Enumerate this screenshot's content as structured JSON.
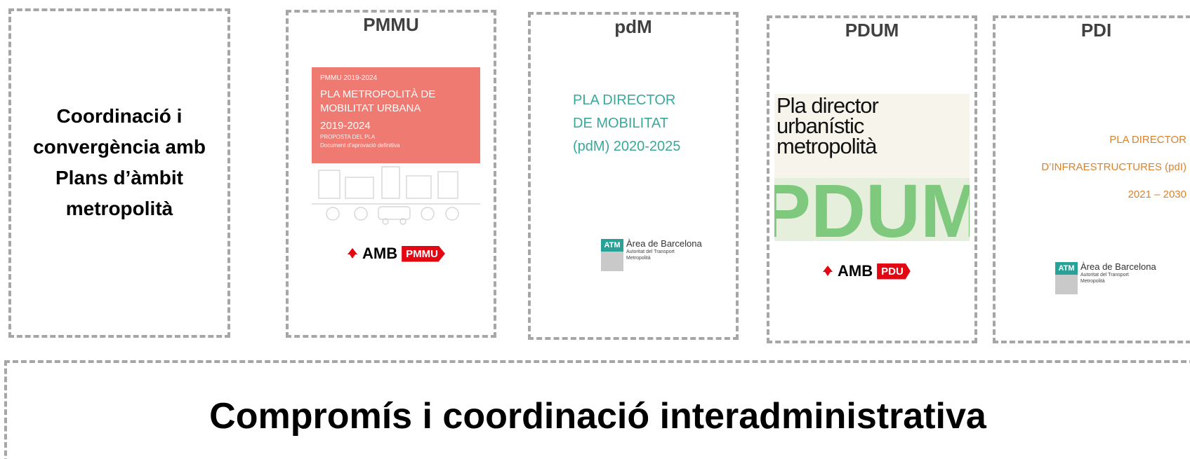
{
  "coordination": {
    "lines": [
      "Coordinació i",
      "convergència amb",
      "Plans d’àmbit",
      "metropolità"
    ]
  },
  "plans": {
    "pmmu": {
      "title": "PMMU",
      "cover_small": "PMMU 2019-2024",
      "cover_title_1": "PLA METROPOLITÀ DE",
      "cover_title_2": "MOBILITAT URBANA",
      "cover_years": "2019-2024",
      "cover_proposal": "PROPOSTA DEL PLA",
      "cover_doc": "Document d’aprovació definitiva",
      "logo_text": "AMB",
      "logo_badge": "PMMU"
    },
    "pdm": {
      "title": "pdM",
      "cover_lines": [
        "PLA DIRECTOR",
        "DE MOBILITAT",
        "(pdM) 2020-2025"
      ],
      "atm_label": "ATM",
      "atm_name": "Àrea de Barcelona",
      "atm_sub_1": "Autoritat del Transport",
      "atm_sub_2": "Metropolità"
    },
    "pdum": {
      "title": "PDUM",
      "cover_lines": [
        "Pla director",
        "urbanístic",
        "metropolità"
      ],
      "cover_big": "PDUM",
      "logo_text": "AMB",
      "logo_badge": "PDU"
    },
    "pdi": {
      "title": "PDI",
      "cover_line_1": "PLA DIRECTOR",
      "cover_line_2": "D’INFRAESTRUCTURES (pdI)",
      "cover_line_3": "2021 – 2030",
      "atm_label": "ATM",
      "atm_name": "Àrea de Barcelona",
      "atm_sub_1": "Autoritat del Transport",
      "atm_sub_2": "Metropolità"
    }
  },
  "bottom": {
    "text": "Compromís i coordinació interadministrativa"
  },
  "colors": {
    "dash_border": "#a6a6a6",
    "pmmu_band": "#ef7a72",
    "pdm_text": "#3aa79a",
    "pdum_green": "#7fc97f",
    "pdi_text": "#d9822b",
    "amb_red": "#e30613"
  }
}
